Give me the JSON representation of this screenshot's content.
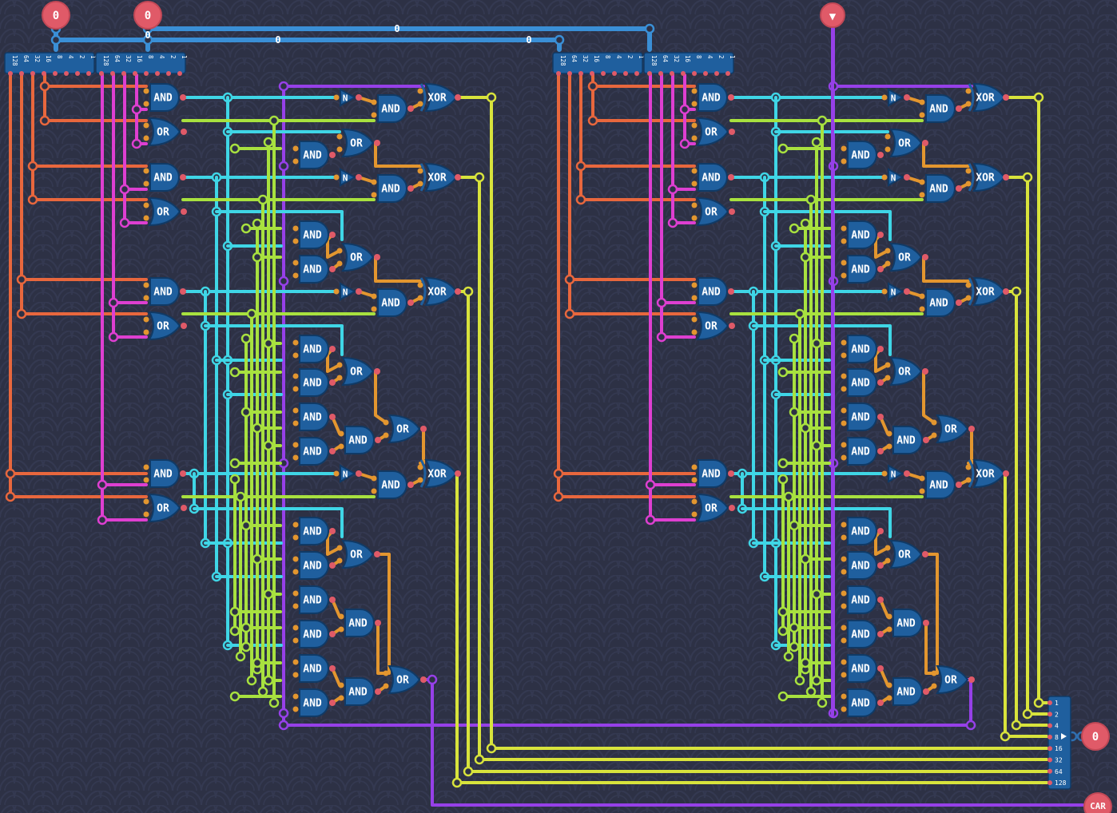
{
  "colors": {
    "background": "#2d3145",
    "wave": "#343951",
    "gate_fill": "#1f5f9e",
    "gate_stroke": "#103a66",
    "gate_text": "#ffffff",
    "io_pin": "#e05a68",
    "port_fill": "#2f7fc4",
    "wire_orange": "#e8673d",
    "wire_magenta": "#de3fd1",
    "wire_cyan": "#3fd6e6",
    "wire_lime": "#a8e13f",
    "wire_yellow": "#d8e33c",
    "wire_gold": "#e3962f",
    "wire_purple": "#9640e8",
    "wire_blue": "#3a8fd6",
    "wire_steel": "#2f6fb0"
  },
  "inputs": {
    "a_value": "0",
    "b_value": "0",
    "carry_in_symbol": "▼"
  },
  "bus_labels": [
    "0",
    "0",
    "0",
    "0"
  ],
  "splitter_bits_in": [
    "128",
    "64",
    "32",
    "16",
    "8",
    "4",
    "2",
    "1"
  ],
  "splitter_bits_out": [
    "1",
    "2",
    "4",
    "8",
    "16",
    "32",
    "64",
    "128"
  ],
  "output_value": "0",
  "carry_label": "CAR",
  "gate_labels": {
    "and": "AND",
    "or": "OR",
    "xor": "XOR",
    "not": "N"
  }
}
